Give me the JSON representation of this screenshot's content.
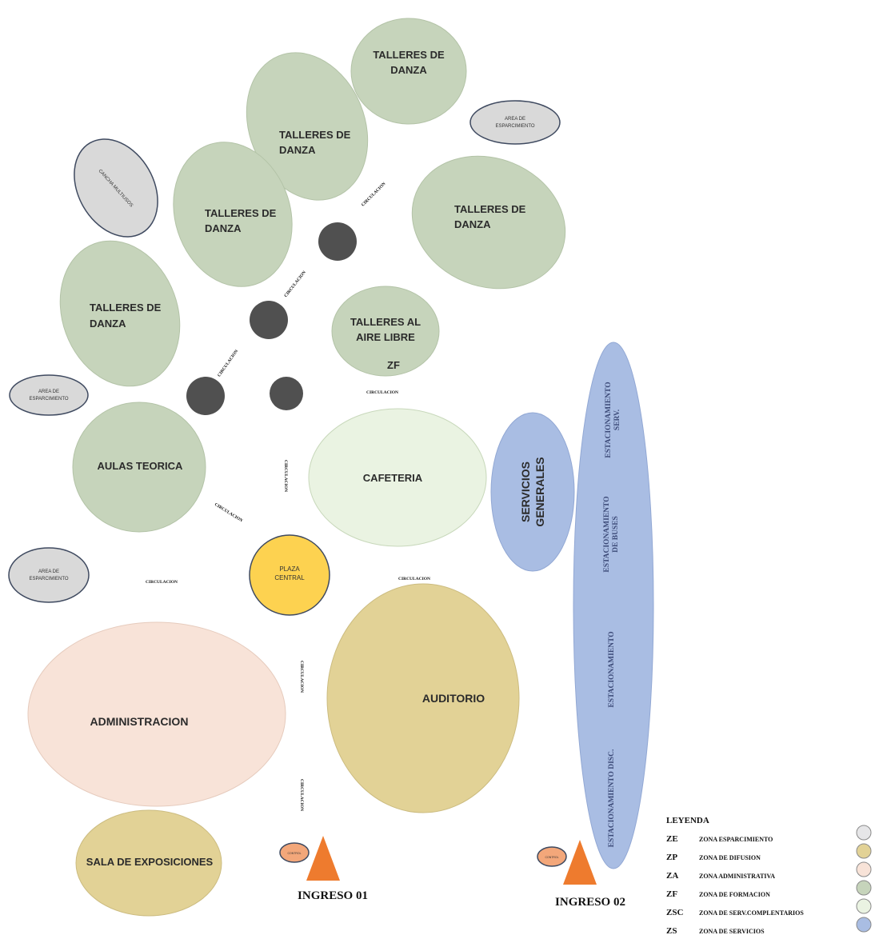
{
  "colors": {
    "formation": "#c6d4bb",
    "recreation": "#d9d9d9",
    "services": "#a9bde3",
    "complementary": "#eaf3e2",
    "diffusion": "#e2d296",
    "administrative": "#f8e3d8",
    "plaza": "#fdd250",
    "node": "#505050",
    "entry": "#ee7b2e",
    "entry_small": "#f3a77a"
  },
  "zones": {
    "talleres_danza_1": "TALLERES DE DANZA",
    "talleres_danza_2": "TALLERES DE DANZA",
    "talleres_danza_3": "TALLERES DE DANZA",
    "talleres_danza_4": "TALLERES DE DANZA",
    "talleres_danza_5": "TALLERES DE DANZA",
    "talleres_aire_libre": "TALLERES AL AIRE LIBRE",
    "zf_tag": "ZF",
    "aulas_teorica": "AULAS TEORICA",
    "cafeteria": "CAFETERIA",
    "servicios_generales": "SERVICIOS GENERALES",
    "plaza_central": "PLAZA CENTRAL",
    "administracion": "ADMINISTRACION",
    "auditorio": "AUDITORIO",
    "sala_exposiciones": "SALA DE EXPOSICIONES",
    "cancha_multiusos": "CANCHA MULTIUSOS",
    "area_esparcimiento_1": "AREA DE ESPARCIMIENTO",
    "area_esparcimiento_2": "AREA DE ESPARCIMIENTO",
    "area_esparcimiento_3": "AREA DE ESPARCIMIENTO"
  },
  "parking": {
    "serv": "ESTACIONAMIENTO SERV.",
    "buses": "ESTACIONAMIENTO DE BUSES",
    "general": "ESTACIONAMIENTO",
    "disc": "ESTACIONAMIENTO DISC."
  },
  "circulation": "CIRCULACION",
  "entries": {
    "ingreso_01": "INGRESO 01",
    "ingreso_02": "INGRESO 02",
    "control": "CONTROL"
  },
  "legend": {
    "title": "LEYENDA",
    "items": [
      {
        "code": "ZE",
        "name": "ZONA ESPARCIMIENTO",
        "color": "#e6e6e8"
      },
      {
        "code": "ZP",
        "name": "ZONA DE DIFUSION",
        "color": "#e2d296"
      },
      {
        "code": "ZA",
        "name": "ZONA ADMINISTRATIVA",
        "color": "#f8e3d8"
      },
      {
        "code": "ZF",
        "name": "ZONA DE FORMACION",
        "color": "#c6d4bb"
      },
      {
        "code": "ZSC",
        "name": "ZONA DE SERV.COMPLENTARIOS",
        "color": "#eaf3e2"
      },
      {
        "code": "ZS",
        "name": "ZONA DE SERVICIOS",
        "color": "#a9bde3"
      }
    ]
  }
}
